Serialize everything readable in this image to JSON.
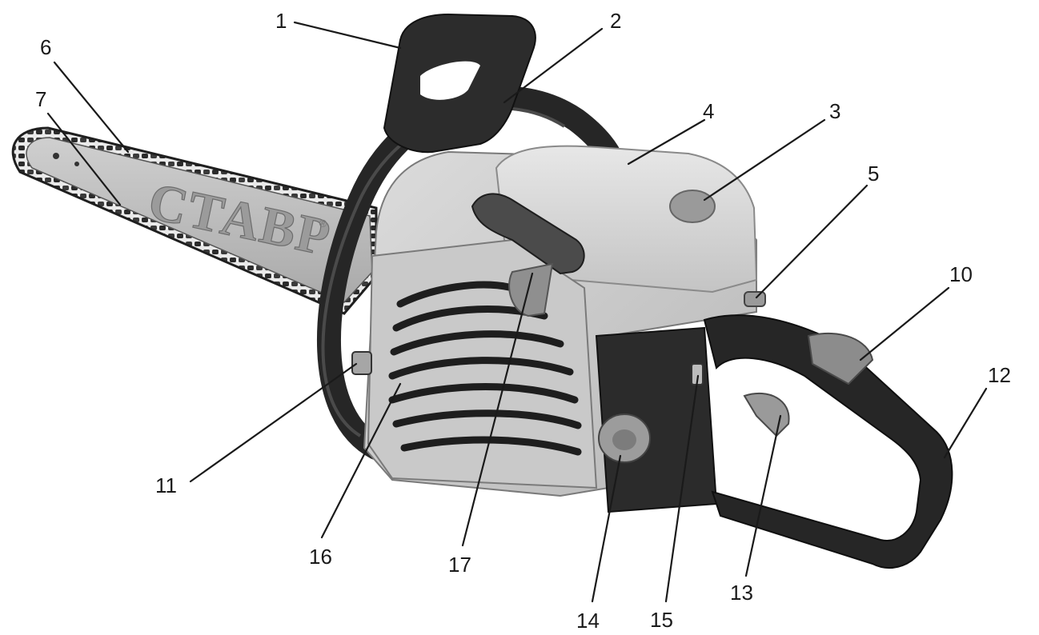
{
  "diagram": {
    "brand_text": "СТАВР",
    "brand_reg": "®",
    "callouts": [
      "1",
      "2",
      "3",
      "4",
      "5",
      "6",
      "7",
      "10",
      "11",
      "12",
      "13",
      "14",
      "15",
      "16",
      "17"
    ],
    "colors": {
      "line": "#1a1a1a",
      "dark_plastic": "#2a2a2a",
      "light_body": "#cfcfcf",
      "cover": "#d9d9d9",
      "bar": "#bdbdbd",
      "brand": "#9b9b9b"
    }
  }
}
